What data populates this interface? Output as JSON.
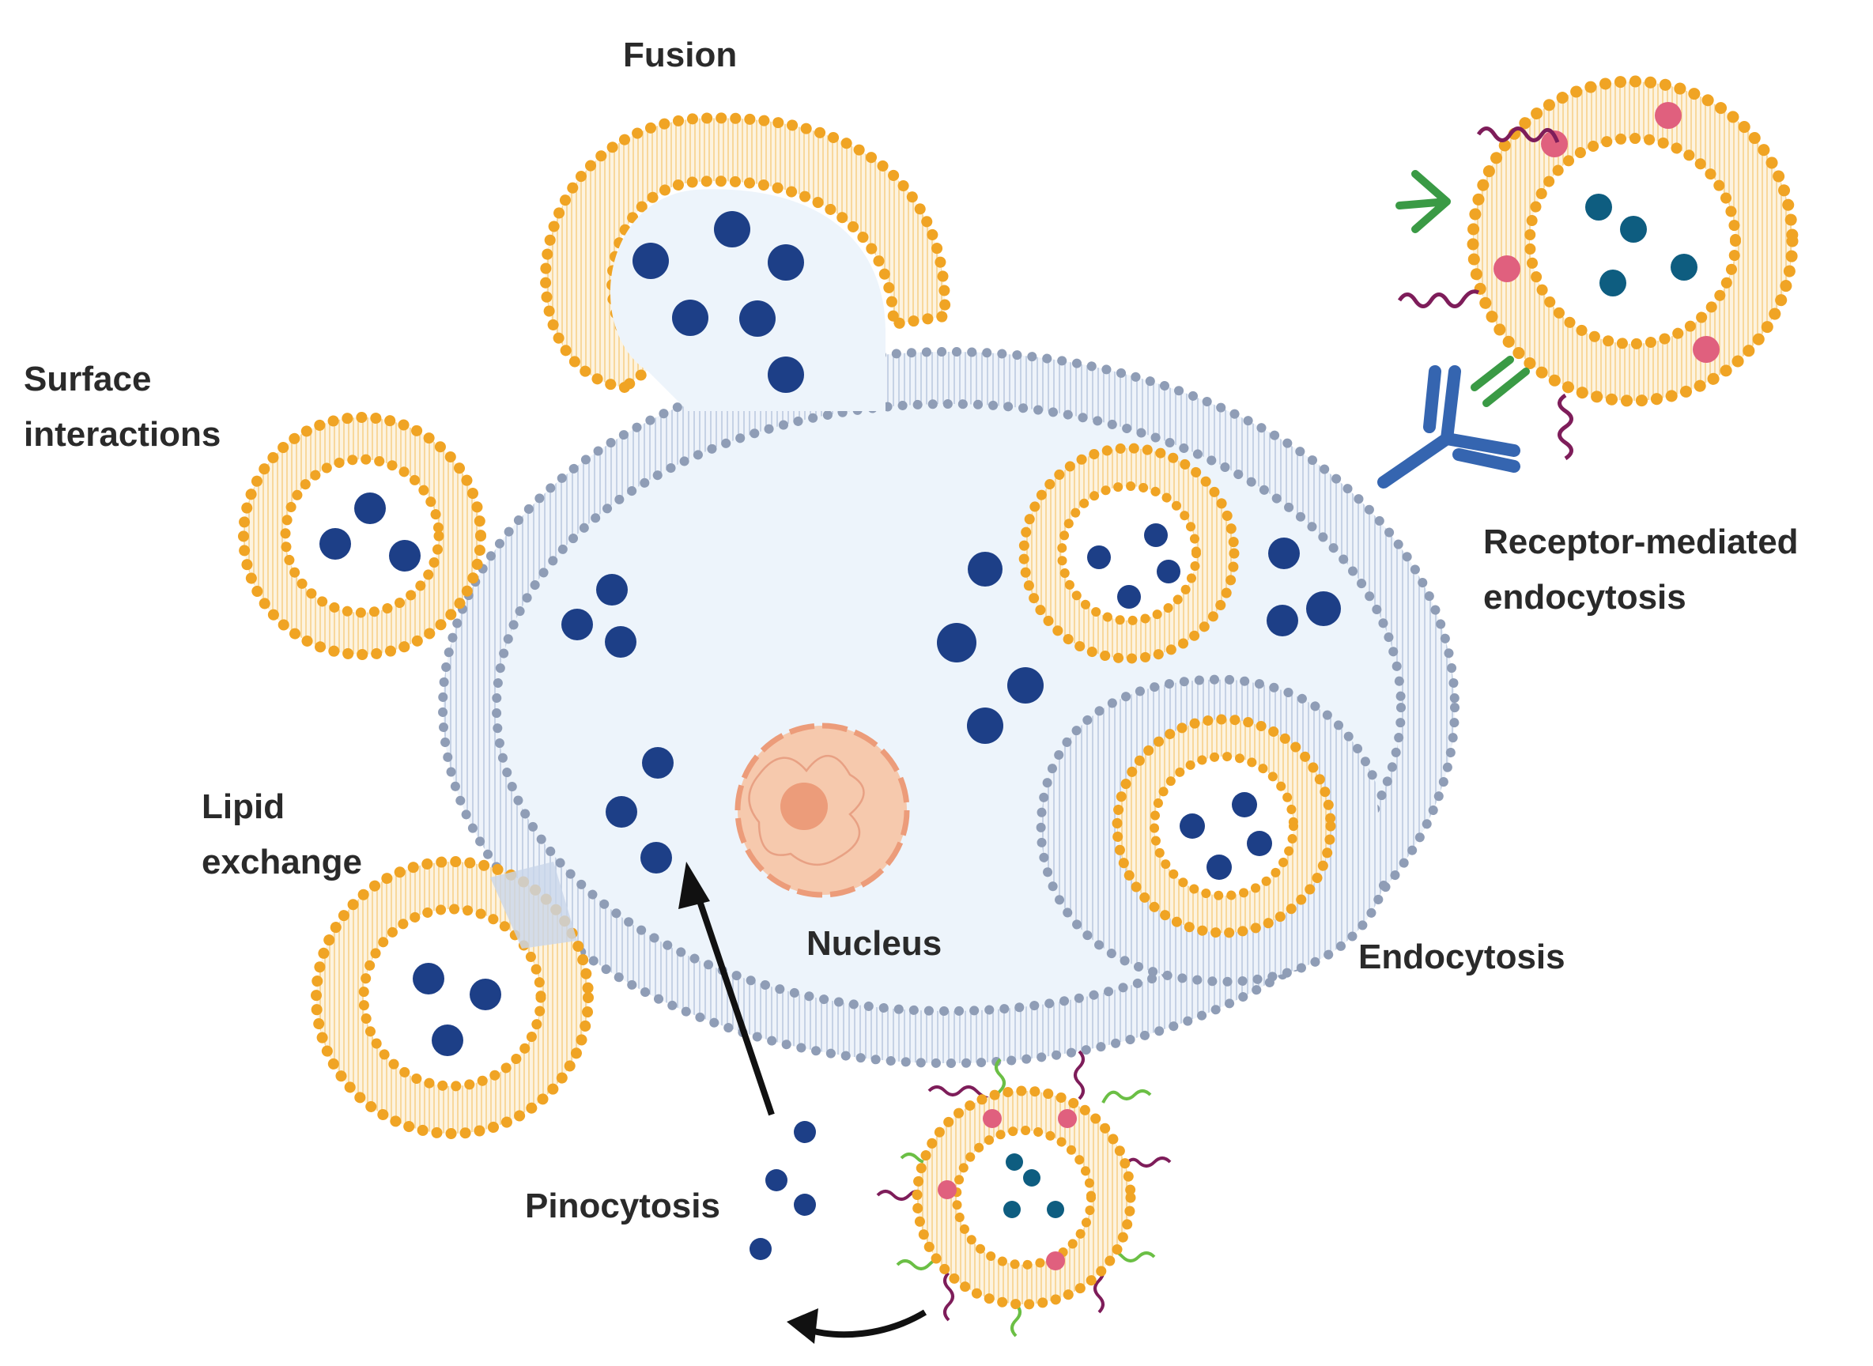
{
  "labels": {
    "fusion": "Fusion",
    "surface_1": "Surface",
    "surface_2": "interactions",
    "receptor_1": "Receptor-mediated",
    "receptor_2": "endocytosis",
    "lipid_1": "Lipid",
    "lipid_2": "exchange",
    "nucleus": "Nucleus",
    "endocytosis": "Endocytosis",
    "pinocytosis": "Pinocytosis"
  },
  "colors": {
    "cell_membrane": "#9aa8be",
    "cell_interior": "#edf4fb",
    "liposome_membrane": "#f0a424",
    "drug": "#1d3f87",
    "drug_teal": "#0e5d80",
    "ligand_pink": "#e0607e",
    "nucleus": "#f2b898",
    "antibody_blue": "#3565b0",
    "antibody_green": "#3a9a45",
    "peg_purple": "#7e1d5a",
    "peg_green": "#6bbf45",
    "arrow": "#111111",
    "text": "#2a2a2a"
  }
}
